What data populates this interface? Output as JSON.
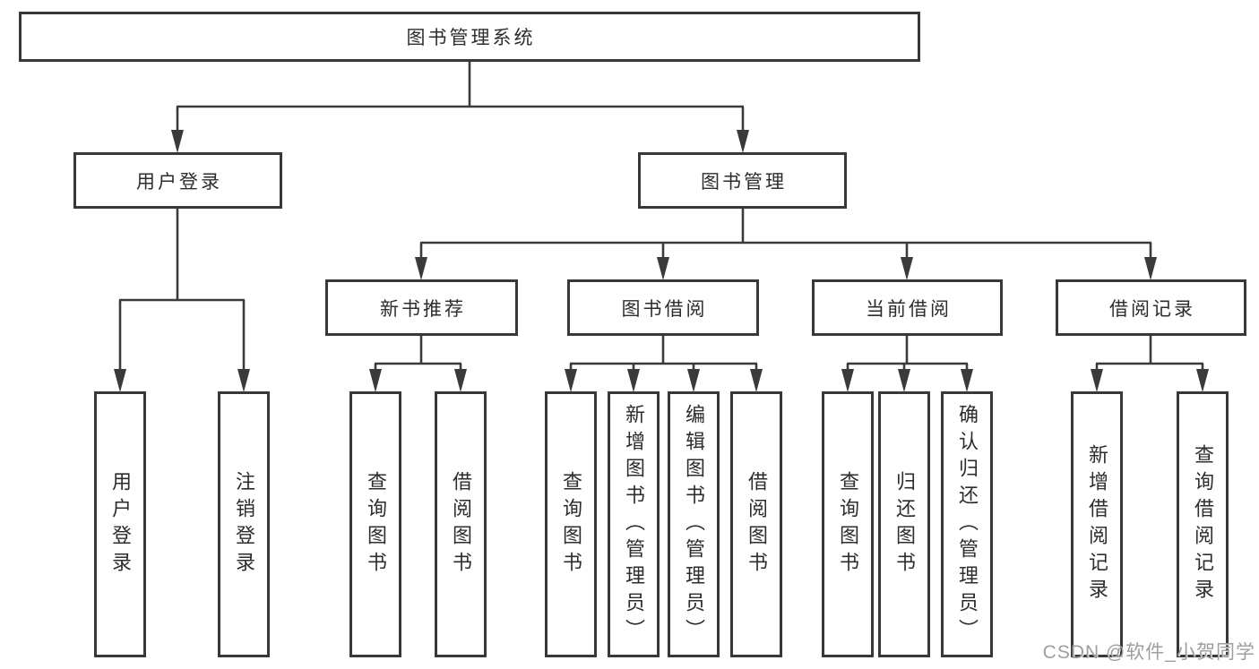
{
  "diagram": {
    "title": "图书管理系统",
    "root": {
      "label": "图书管理系统"
    },
    "branches": [
      {
        "label": "用户登录"
      },
      {
        "label": "图书管理"
      }
    ],
    "groups": [
      {
        "label": "新书推荐"
      },
      {
        "label": "图书借阅"
      },
      {
        "label": "当前借阅"
      },
      {
        "label": "借阅记录"
      }
    ],
    "leaves": [
      {
        "label": "用户登录"
      },
      {
        "label": "注销登录"
      },
      {
        "label": "查询图书"
      },
      {
        "label": "借阅图书"
      },
      {
        "label": "查询图书"
      },
      {
        "label": "新增图书（管理员）"
      },
      {
        "label": "编辑图书（管理员）"
      },
      {
        "label": "借阅图书"
      },
      {
        "label": "查询图书"
      },
      {
        "label": "归还图书"
      },
      {
        "label": "确认归还（管理员）"
      },
      {
        "label": "新增借阅记录"
      },
      {
        "label": "查询借阅记录"
      }
    ]
  },
  "watermark": {
    "text": "CSDN @软件_小贺同学",
    "color": "#9e9e9e"
  },
  "colors": {
    "background": "#ffffff",
    "line": "#3a3a3a",
    "box_border": "#383838",
    "text": "#2d2d2d"
  }
}
